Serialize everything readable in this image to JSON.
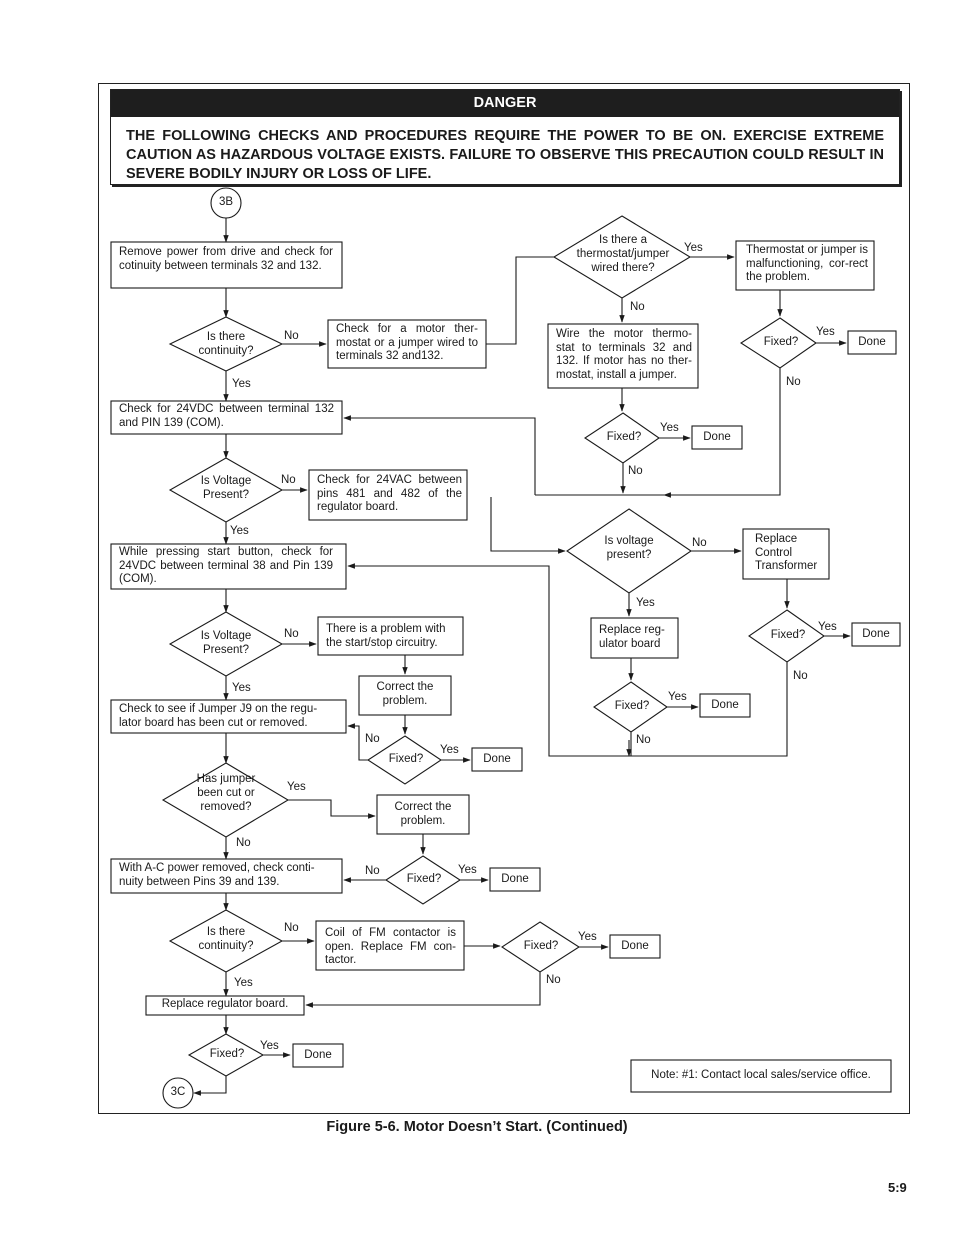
{
  "danger": {
    "title": "DANGER",
    "text": "THE FOLLOWING CHECKS AND PROCEDURES REQUIRE THE POWER TO BE ON. EXERCISE EXTREME CAUTION AS HAZARDOUS VOLTAGE EXISTS. FAILURE TO OBSERVE THIS PRECAUTION COULD RESULT IN SEVERE BODILY INJURY OR LOSS OF LIFE."
  },
  "connectors": {
    "start": "3B",
    "end": "3C"
  },
  "boxes": {
    "remove_power": "Remove power from drive and check for cotinuity between terminals 32 and 132.",
    "check_motor_thermostat": "Check for a motor ther-mostat or a jumper wired to terminals 32 and132.",
    "thermostat_malfunction": "Thermostat or jumper is malfunctioning, cor-rect the problem.",
    "wire_thermostat": "Wire the motor thermo-stat to terminals 32 and 132. If motor has no ther-mostat, install a jumper.",
    "check_24vdc_132": "Check for 24VDC between terminal 132 and PIN 139 (COM).",
    "check_24vac": "Check for 24VAC between pins 481 and 482 of the regulator board.",
    "replace_control_transformer": "Replace Control Transformer",
    "while_pressing_start": "While pressing start button, check for 24VDC between terminal 38 and Pin 139 (COM).",
    "start_stop_problem": "There is a problem with the start/stop circuitry.",
    "replace_regulator_board_1": "Replace reg-ulator board",
    "correct_problem_1": "Correct the problem.",
    "check_jumper_j9": "Check to see if Jumper J9 on the regu-lator board has been cut or removed.",
    "correct_problem_2": "Correct the problem.",
    "ac_power_removed": "With A-C power removed, check conti-nuity between Pins 39 and 139.",
    "coil_fm_contactor": "Coil of FM contactor is open. Replace FM con-tactor.",
    "replace_regulator_board_2": "Replace regulator board.",
    "note": "Note: #1: Contact local sales/service office."
  },
  "diamonds": {
    "thermostat_jumper_wired": "Is there a thermostat/jumper wired there?",
    "continuity_1": "Is there continuity?",
    "voltage_present_1": "Is Voltage Present?",
    "voltage_present_lower": "Is voltage present?",
    "voltage_present_2": "Is Voltage Present?",
    "jumper_cut": "Has jumper been cut or removed?",
    "continuity_2": "Is there continuity?",
    "fixed": "Fixed?"
  },
  "labels": {
    "yes": "Yes",
    "no": "No",
    "done": "Done"
  },
  "figure_caption": "Figure 5-6. Motor Doesn’t Start. (Continued)",
  "page_number": "5:9"
}
